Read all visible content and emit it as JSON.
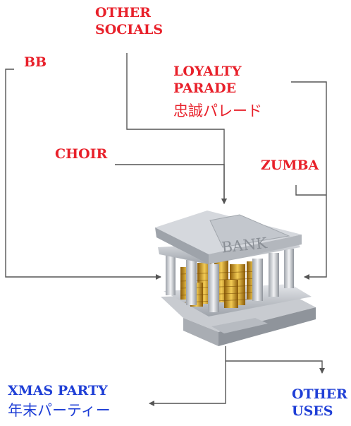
{
  "labels": {
    "other_socials": [
      "OTHER",
      "SOCIALS"
    ],
    "bb": "BB",
    "loyalty_parade": [
      "LOYALTY",
      "PARADE"
    ],
    "loyalty_parade_jp": "忠誠パレード",
    "choir": "CHOIR",
    "zumba": "ZUMBA",
    "xmas_party": "XMAS PARTY",
    "xmas_party_jp": "年末パーティー",
    "other_uses": [
      "OTHER",
      "USES"
    ]
  },
  "bank_sign": "BANK",
  "colors": {
    "inflow_label": "#e8202a",
    "outflow_label": "#1f3fd6",
    "connector": "#555555",
    "coins": "#d4a22a"
  }
}
